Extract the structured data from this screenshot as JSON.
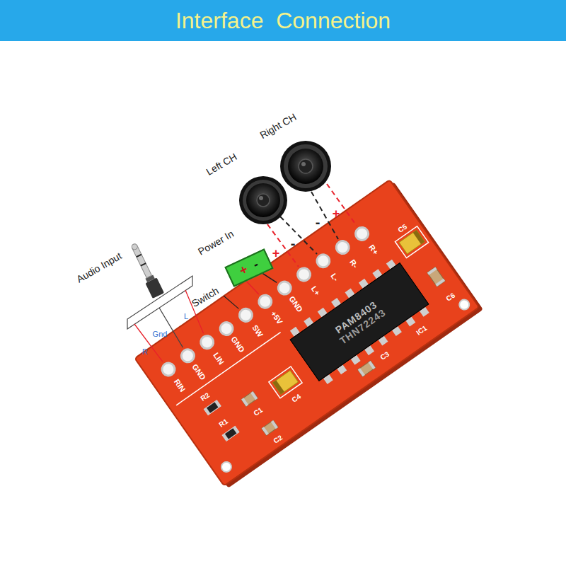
{
  "diagram": {
    "title": "Interface  Connection",
    "nodes": [
      {
        "text": [
          "+",
          "-"
        ]
      },
      {
        "text": [
          "PAM8403",
          "THN72243"
        ]
      }
    ],
    "labels": [
      "Audio Input",
      "R",
      "Gnd",
      "L",
      "Switch",
      "Power In",
      "Left CH",
      "Right CH",
      "+",
      "-",
      "-",
      "+",
      "RIN",
      "GND",
      "LIN",
      "GND",
      "SW",
      "+5V",
      "GND",
      "L+",
      "L-",
      "R-",
      "R+",
      "R2",
      "R1",
      "C1",
      "C2",
      "C4",
      "C3",
      "IC1",
      "C5",
      "C6"
    ]
  }
}
